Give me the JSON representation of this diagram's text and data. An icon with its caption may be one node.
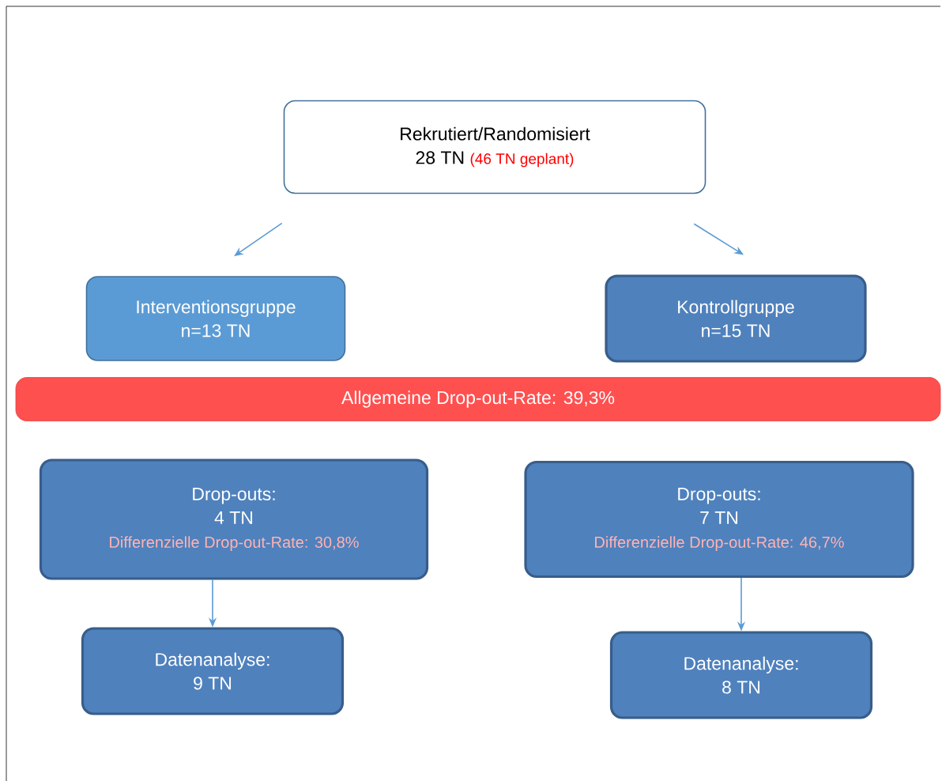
{
  "diagram": {
    "nodes": [
      {
        "text": [
          "Rekrutiert/Randomisiert",
          "28 TN",
          "(46 TN geplant)"
        ]
      },
      {
        "text": [
          "Interventionsgruppe",
          "n=13 TN"
        ]
      },
      {
        "text": [
          "Kontrollgruppe",
          "n=15 TN"
        ]
      },
      {
        "text": [
          "Allgemeine Drop-out-Rate: 39,3%"
        ]
      },
      {
        "text": [
          "Drop-outs:",
          "4 TN",
          "Differenzielle Drop-out-Rate: 30,8%"
        ]
      },
      {
        "text": [
          "Drop-outs:",
          "7 TN",
          "Differenzielle Drop-out-Rate: 46,7%"
        ]
      },
      {
        "text": [
          "Datenanalyse:",
          "9 TN"
        ]
      },
      {
        "text": [
          "Datenanalyse:",
          "8 TN"
        ]
      }
    ],
    "edges": [
      {
        "from": 0,
        "to": 1,
        "arrow": "to"
      },
      {
        "from": 0,
        "to": 2,
        "arrow": "to"
      },
      {
        "from": 4,
        "to": 6,
        "arrow": "to"
      },
      {
        "from": 5,
        "to": 7,
        "arrow": "to"
      }
    ]
  }
}
